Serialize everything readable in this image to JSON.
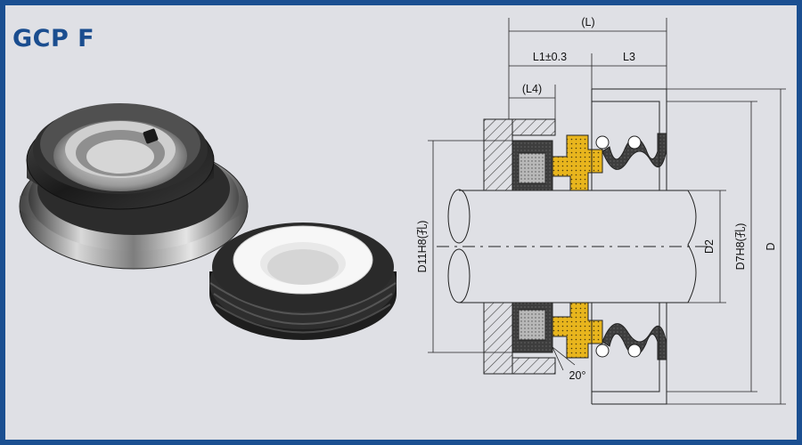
{
  "product": {
    "title": "GCP F"
  },
  "drawing": {
    "labels": {
      "overall_length": "(L)",
      "l1": "L1±0.3",
      "l3": "L3",
      "l4": "(L4)",
      "d11": "D11H8(孔)",
      "d7": "D7H8(孔)",
      "d2": "D2",
      "d": "D",
      "angle": "20°"
    }
  },
  "colors": {
    "frame": "#1b4f91",
    "background": "#dfe0e5",
    "title": "#1a4d8f",
    "seal_face": "#e8b51d",
    "rubber": "#3d3d3d",
    "carbon_ring": "#a9a9a9"
  }
}
